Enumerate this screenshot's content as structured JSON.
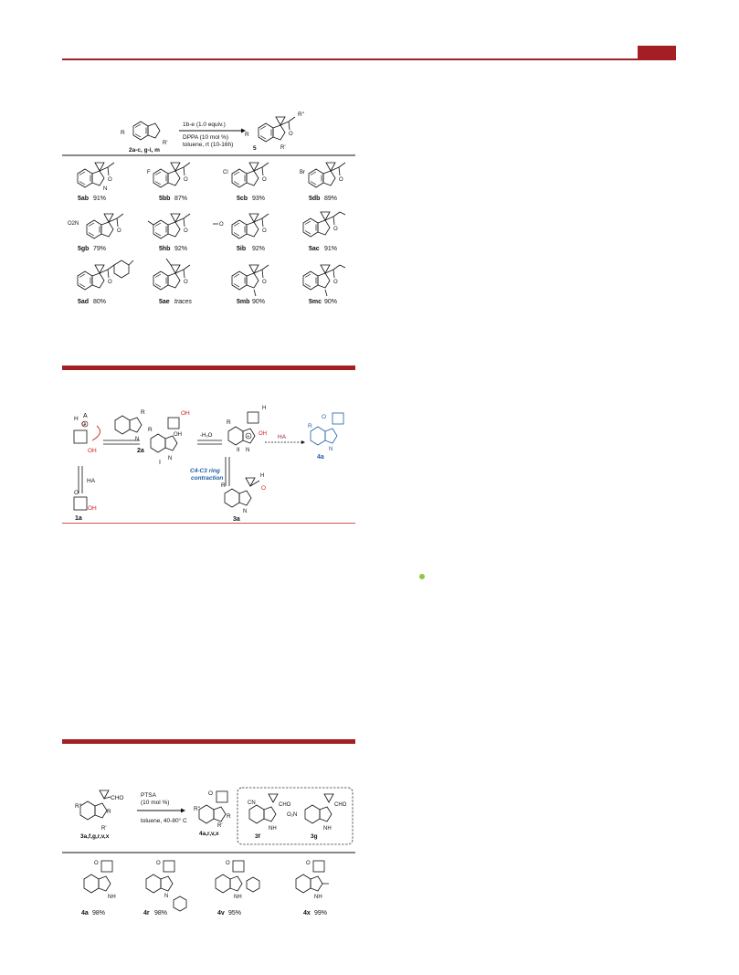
{
  "colors": {
    "accent": "#a31f23",
    "rule": "#c9565a",
    "text": "#111111",
    "blue": "#1d5fa6",
    "red_atom": "#d31d1d",
    "purple_label": "#8a2545",
    "dot": "#8dc63f"
  },
  "scheme1": {
    "reaction": {
      "reagent_line_1": "1b-e (1.0 equiv.)",
      "reagent_line_2": "DPPA (10 mol %)",
      "reagent_line_3": "toluene, rt (10-16h)",
      "start_label": "2a-c, g-i, m",
      "product_label": "5",
      "sub_R": "R",
      "sub_R1": "R'",
      "sub_R2": "R\""
    },
    "compounds": [
      {
        "id": "5ab",
        "yield": "91%",
        "sub": ""
      },
      {
        "id": "5bb",
        "yield": "87%",
        "sub": "F"
      },
      {
        "id": "5cb",
        "yield": "93%",
        "sub": "Cl"
      },
      {
        "id": "5db",
        "yield": "89%",
        "sub": "Br"
      },
      {
        "id": "5gb",
        "yield": "79%",
        "sub": "O2N"
      },
      {
        "id": "5hb",
        "yield": "92%",
        "sub": ""
      },
      {
        "id": "5ib",
        "yield": "92%",
        "sub": "O"
      },
      {
        "id": "5ac",
        "yield": "91%",
        "sub": ""
      },
      {
        "id": "5ad",
        "yield": "80%",
        "sub": ""
      },
      {
        "id": "5ae",
        "yield": "traces",
        "sub": ""
      },
      {
        "id": "5mb",
        "yield": "90%",
        "sub": ""
      },
      {
        "id": "5mc",
        "yield": "90%",
        "sub": ""
      }
    ]
  },
  "scheme2": {
    "A": "A",
    "H": "H",
    "O": "O",
    "OH": "OH",
    "R": "R",
    "NH": "N",
    "HA": "HA",
    "HA2": "HA",
    "label_2a": "2a",
    "label_1a": "1a",
    "label_I": "I",
    "label_II": "II",
    "label_3a": "3a",
    "label_4a": "4a",
    "water": "-H₂O",
    "contraction_1": "C4-C3 ring",
    "contraction_2": "contraction"
  },
  "scheme3": {
    "start_label": "3a,f,g,r,v,x",
    "products_label": "4a,r,v,x",
    "reagent_line_1": "PTSA",
    "reagent_line_2": "(10 mol %)",
    "reagent_line_3": "toluene, 40-80° C",
    "CHO": "CHO",
    "CN": "CN",
    "O2N": "O₂N",
    "R": "R",
    "R1": "R'",
    "R2": "R\"",
    "box_labels": [
      "3f",
      "3g"
    ],
    "compounds": [
      {
        "id": "4a",
        "yield": "98%"
      },
      {
        "id": "4r",
        "yield": "98%"
      },
      {
        "id": "4v",
        "yield": "95%"
      },
      {
        "id": "4x",
        "yield": "99%"
      }
    ]
  }
}
